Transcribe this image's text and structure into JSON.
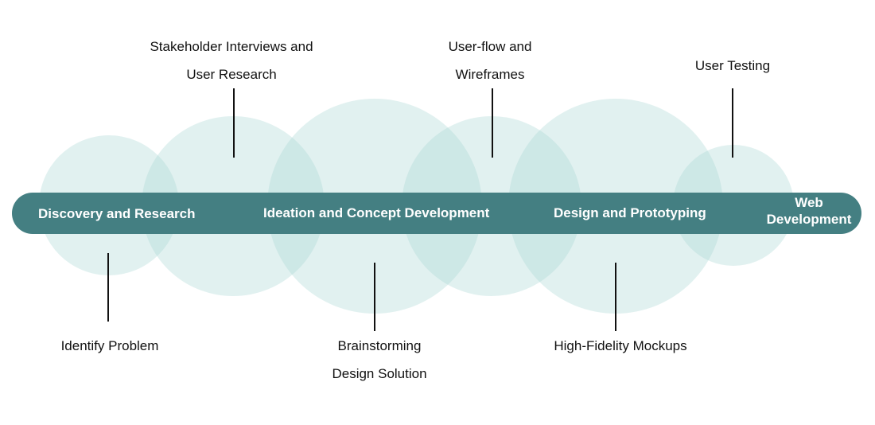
{
  "diagram": {
    "colors": {
      "bar": "#447f82",
      "bubble": "#aad6d4",
      "bar_text": "#ffffff",
      "note_text": "#111111",
      "connector": "#111111"
    },
    "phases": [
      {
        "label": "Discovery and Research"
      },
      {
        "label": "Ideation and Concept Development"
      },
      {
        "label": "Design and Prototyping"
      },
      {
        "line1": "Web",
        "line2": "Development"
      }
    ],
    "notes": {
      "top": [
        {
          "line1": "Stakeholder Interviews and",
          "line2": "User Research"
        },
        {
          "line1": "User-flow and",
          "line2": "Wireframes"
        },
        {
          "line1": "User Testing"
        }
      ],
      "bottom": [
        {
          "line1": "Identify Problem"
        },
        {
          "line1": "Brainstorming",
          "line2": "Design Solution"
        },
        {
          "line1": "High-Fidelity Mockups"
        }
      ]
    }
  }
}
